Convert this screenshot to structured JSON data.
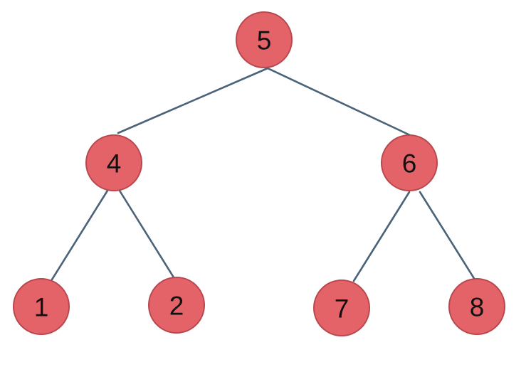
{
  "colors": {
    "node_fill": "#e36369",
    "node_stroke": "#b8474e",
    "edge": "#4a6378",
    "label": "#111111",
    "background": "#ffffff"
  },
  "nodes": [
    {
      "id": "n5",
      "label": "5"
    },
    {
      "id": "n4",
      "label": "4"
    },
    {
      "id": "n6",
      "label": "6"
    },
    {
      "id": "n1",
      "label": "1"
    },
    {
      "id": "n2",
      "label": "2"
    },
    {
      "id": "n7",
      "label": "7"
    },
    {
      "id": "n8",
      "label": "8"
    }
  ],
  "edges": [
    {
      "from": "n5",
      "to": "n4"
    },
    {
      "from": "n5",
      "to": "n6"
    },
    {
      "from": "n4",
      "to": "n1"
    },
    {
      "from": "n4",
      "to": "n2"
    },
    {
      "from": "n6",
      "to": "n7"
    },
    {
      "from": "n6",
      "to": "n8"
    }
  ]
}
